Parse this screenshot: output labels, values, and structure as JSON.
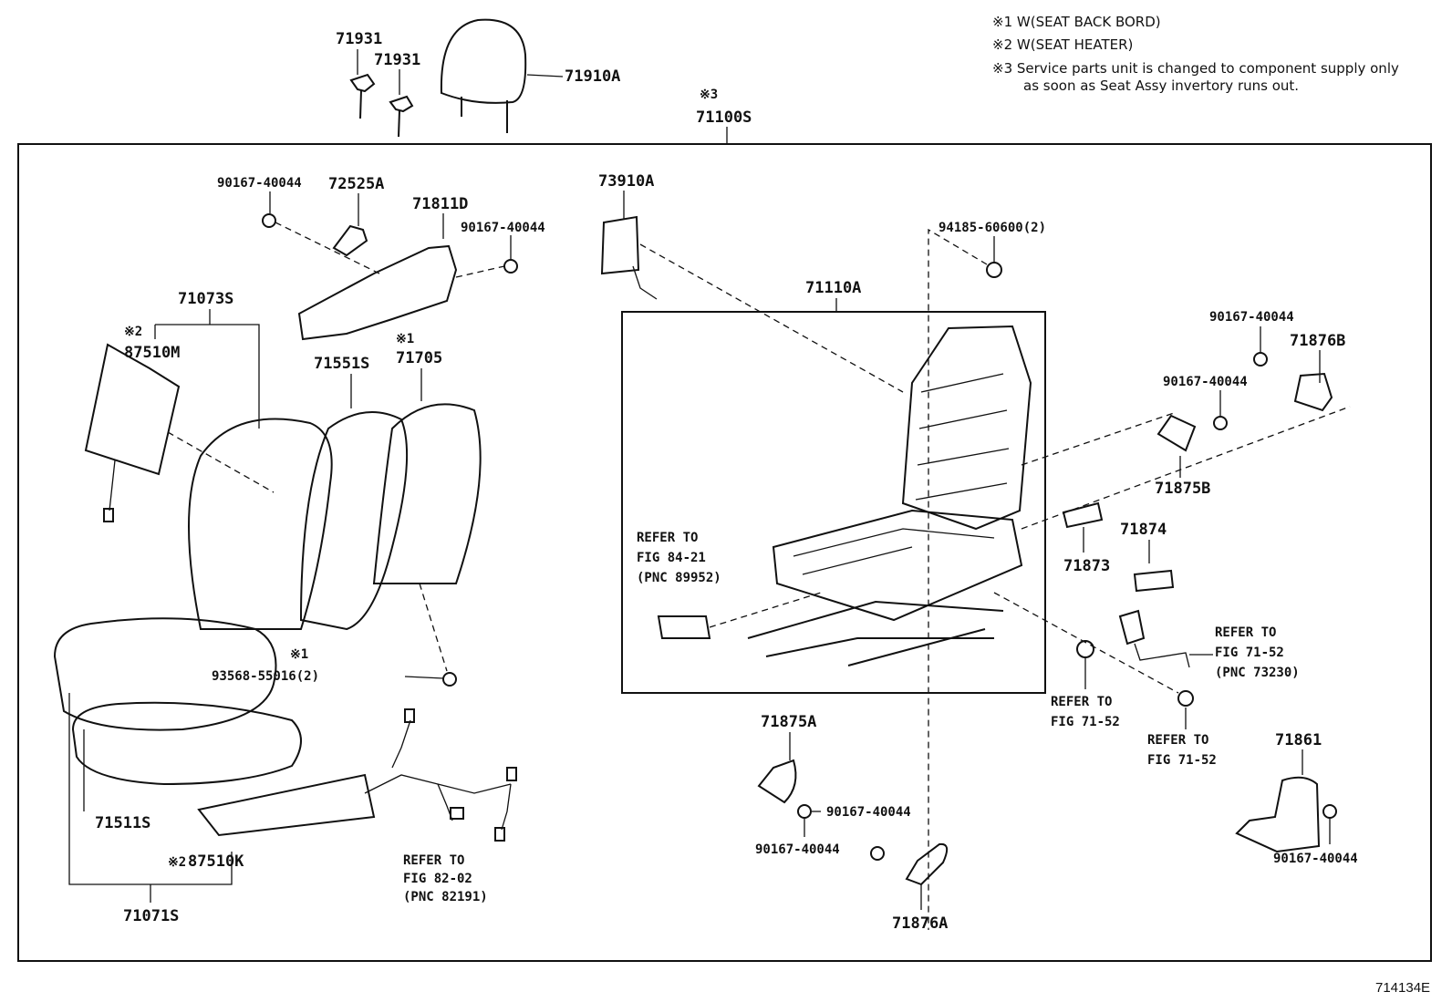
{
  "notes": {
    "n1": "※1 W(SEAT BACK BORD)",
    "n2": "※2 W(SEAT HEATER)",
    "n3a": "※3 Service parts unit is changed to component supply only",
    "n3b": "as soon as Seat Assy invertory runs out."
  },
  "figure_id": "714134E",
  "marks": {
    "m1": "※1",
    "m2": "※2",
    "m3": "※3"
  },
  "parts": {
    "p71931a": "71931",
    "p71931b": "71931",
    "p71910A": "71910A",
    "p71100S": "71100S",
    "p90167a": "90167-40044",
    "p72525A": "72525A",
    "p71811D": "71811D",
    "p90167b": "90167-40044",
    "p73910A": "73910A",
    "p94185": "94185-60600(2)",
    "p71110A": "71110A",
    "p71073S": "71073S",
    "p87510M": "87510M",
    "p71551S": "71551S",
    "p71705": "71705",
    "p90167c": "90167-40044",
    "p71876B": "71876B",
    "p90167d": "90167-40044",
    "p71875B": "71875B",
    "p71874": "71874",
    "p71873": "71873",
    "p93568": "93568-55016(2)",
    "p71511S": "71511S",
    "p87510K": "87510K",
    "p71071S": "71071S",
    "p71875A": "71875A",
    "p90167e": "90167-40044",
    "p90167f": "90167-40044",
    "p71876A": "71876A",
    "p71861": "71861",
    "p90167g": "90167-40044"
  },
  "refs": {
    "r1a": "REFER TO",
    "r1b": "FIG 84-21",
    "r1c": "(PNC 89952)",
    "r2a": "REFER TO",
    "r2b": "FIG 82-02",
    "r2c": "(PNC 82191)",
    "r3a": "REFER TO",
    "r3b": "FIG 71-52",
    "r3c": "(PNC 73230)",
    "r4a": "REFER TO",
    "r4b": "FIG 71-52",
    "r5a": "REFER TO",
    "r5b": "FIG 71-52"
  }
}
